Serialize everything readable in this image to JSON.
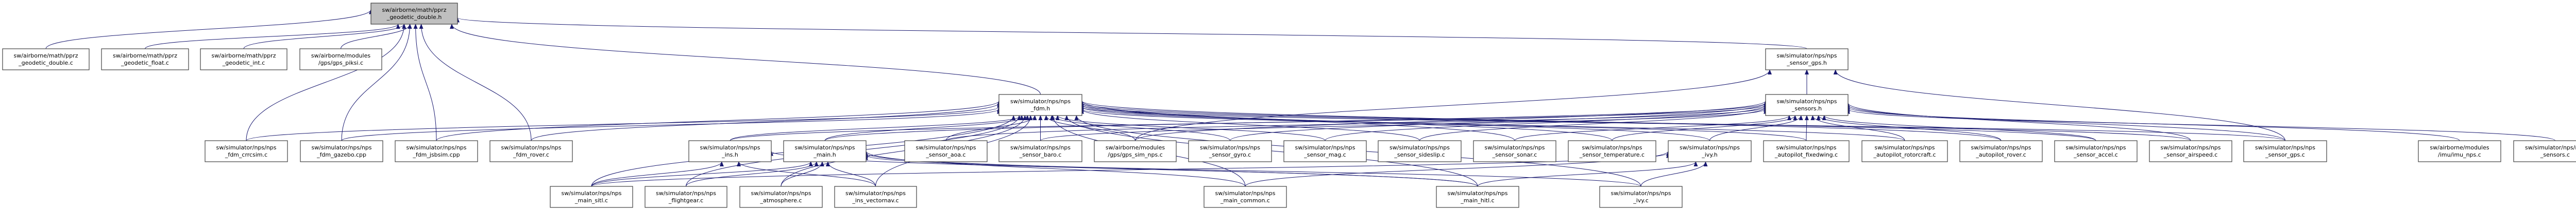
{
  "graph": {
    "root": "root",
    "edge_color": "#191970",
    "root_fill": "#bfbfbf",
    "nodes": [
      {
        "id": "root",
        "label": [
          "sw/airborne/math/pprz",
          "_geodetic_double.h"
        ]
      },
      {
        "id": "geo_double_c",
        "label": [
          "sw/airborne/math/pprz",
          "_geodetic_double.c"
        ]
      },
      {
        "id": "geo_float_c",
        "label": [
          "sw/airborne/math/pprz",
          "_geodetic_float.c"
        ]
      },
      {
        "id": "geo_int_c",
        "label": [
          "sw/airborne/math/pprz",
          "_geodetic_int.c"
        ]
      },
      {
        "id": "gps_piksi",
        "label": [
          "sw/airborne/modules",
          "/gps/gps_piksi.c"
        ]
      },
      {
        "id": "sensor_gps_h",
        "label": [
          "sw/simulator/nps/nps",
          "_sensor_gps.h"
        ]
      },
      {
        "id": "fdm_h",
        "label": [
          "sw/simulator/nps/nps",
          "_fdm.h"
        ]
      },
      {
        "id": "sensors_h",
        "label": [
          "sw/simulator/nps/nps",
          "_sensors.h"
        ]
      },
      {
        "id": "fdm_crrcsim",
        "label": [
          "sw/simulator/nps/nps",
          "_fdm_crrcsim.c"
        ]
      },
      {
        "id": "fdm_gazebo",
        "label": [
          "sw/simulator/nps/nps",
          "_fdm_gazebo.cpp"
        ]
      },
      {
        "id": "fdm_jsbsim",
        "label": [
          "sw/simulator/nps/nps",
          "_fdm_jsbsim.cpp"
        ]
      },
      {
        "id": "fdm_rover",
        "label": [
          "sw/simulator/nps/nps",
          "_fdm_rover.c"
        ]
      },
      {
        "id": "ins_h",
        "label": [
          "sw/simulator/nps/nps",
          "_ins.h"
        ]
      },
      {
        "id": "main_h",
        "label": [
          "sw/simulator/nps/nps",
          "_main.h"
        ]
      },
      {
        "id": "sensor_aoa",
        "label": [
          "sw/simulator/nps/nps",
          "_sensor_aoa.c"
        ]
      },
      {
        "id": "sensor_baro",
        "label": [
          "sw/simulator/nps/nps",
          "_sensor_baro.c"
        ]
      },
      {
        "id": "gps_sim_nps",
        "label": [
          "sw/airborne/modules",
          "/gps/gps_sim_nps.c"
        ]
      },
      {
        "id": "sensor_gyro",
        "label": [
          "sw/simulator/nps/nps",
          "_sensor_gyro.c"
        ]
      },
      {
        "id": "sensor_mag",
        "label": [
          "sw/simulator/nps/nps",
          "_sensor_mag.c"
        ]
      },
      {
        "id": "sensor_sideslip",
        "label": [
          "sw/simulator/nps/nps",
          "_sensor_sideslip.c"
        ]
      },
      {
        "id": "sensor_sonar",
        "label": [
          "sw/simulator/nps/nps",
          "_sensor_sonar.c"
        ]
      },
      {
        "id": "sensor_temperature",
        "label": [
          "sw/simulator/nps/nps",
          "_sensor_temperature.c"
        ]
      },
      {
        "id": "ivy_h",
        "label": [
          "sw/simulator/nps/nps",
          "_ivy.h"
        ]
      },
      {
        "id": "autopilot_fixedwing",
        "label": [
          "sw/simulator/nps/nps",
          "_autopilot_fixedwing.c"
        ]
      },
      {
        "id": "autopilot_rotorcraft",
        "label": [
          "sw/simulator/nps/nps",
          "_autopilot_rotorcraft.c"
        ]
      },
      {
        "id": "autopilot_rover",
        "label": [
          "sw/simulator/nps/nps",
          "_autopilot_rover.c"
        ]
      },
      {
        "id": "sensor_accel",
        "label": [
          "sw/simulator/nps/nps",
          "_sensor_accel.c"
        ]
      },
      {
        "id": "sensor_airspeed",
        "label": [
          "sw/simulator/nps/nps",
          "_sensor_airspeed.c"
        ]
      },
      {
        "id": "sensor_gps_c",
        "label": [
          "sw/simulator/nps/nps",
          "_sensor_gps.c"
        ]
      },
      {
        "id": "imu_nps",
        "label": [
          "sw/airborne/modules",
          "/imu/imu_nps.c"
        ]
      },
      {
        "id": "sensors_c",
        "label": [
          "sw/simulator/nps/nps",
          "_sensors.c"
        ]
      },
      {
        "id": "main_sitl",
        "label": [
          "sw/simulator/nps/nps",
          "_main_sitl.c"
        ]
      },
      {
        "id": "flightgear",
        "label": [
          "sw/simulator/nps/nps",
          "_flightgear.c"
        ]
      },
      {
        "id": "atmosphere",
        "label": [
          "sw/simulator/nps/nps",
          "_atmosphere.c"
        ]
      },
      {
        "id": "ins_vectornav",
        "label": [
          "sw/simulator/nps/nps",
          "_ins_vectornav.c"
        ]
      },
      {
        "id": "main_common",
        "label": [
          "sw/simulator/nps/nps",
          "_main_common.c"
        ]
      },
      {
        "id": "main_hitl",
        "label": [
          "sw/simulator/nps/nps",
          "_main_hitl.c"
        ]
      },
      {
        "id": "ivy_c",
        "label": [
          "sw/simulator/nps/nps",
          "_ivy.c"
        ]
      }
    ],
    "edges": [
      [
        "geo_double_c",
        "root"
      ],
      [
        "geo_float_c",
        "root"
      ],
      [
        "geo_int_c",
        "root"
      ],
      [
        "gps_piksi",
        "root"
      ],
      [
        "fdm_crrcsim",
        "root"
      ],
      [
        "fdm_gazebo",
        "root"
      ],
      [
        "fdm_jsbsim",
        "root"
      ],
      [
        "fdm_rover",
        "root"
      ],
      [
        "fdm_h",
        "root"
      ],
      [
        "sensor_gps_h",
        "root"
      ],
      [
        "sensors_h",
        "sensor_gps_h"
      ],
      [
        "sensor_gps_c",
        "sensor_gps_h"
      ],
      [
        "gps_sim_nps",
        "sensor_gps_h"
      ],
      [
        "fdm_crrcsim",
        "fdm_h"
      ],
      [
        "fdm_gazebo",
        "fdm_h"
      ],
      [
        "fdm_jsbsim",
        "fdm_h"
      ],
      [
        "fdm_rover",
        "fdm_h"
      ],
      [
        "ins_h",
        "fdm_h"
      ],
      [
        "main_h",
        "fdm_h"
      ],
      [
        "sensor_aoa",
        "fdm_h"
      ],
      [
        "sensor_baro",
        "fdm_h"
      ],
      [
        "gps_sim_nps",
        "fdm_h"
      ],
      [
        "sensor_gyro",
        "fdm_h"
      ],
      [
        "sensor_mag",
        "fdm_h"
      ],
      [
        "sensor_sideslip",
        "fdm_h"
      ],
      [
        "sensor_sonar",
        "fdm_h"
      ],
      [
        "sensor_temperature",
        "fdm_h"
      ],
      [
        "ivy_h",
        "fdm_h"
      ],
      [
        "autopilot_fixedwing",
        "fdm_h"
      ],
      [
        "autopilot_rotorcraft",
        "fdm_h"
      ],
      [
        "autopilot_rover",
        "fdm_h"
      ],
      [
        "sensor_accel",
        "fdm_h"
      ],
      [
        "sensor_airspeed",
        "fdm_h"
      ],
      [
        "sensor_gps_c",
        "fdm_h"
      ],
      [
        "main_sitl",
        "fdm_h"
      ],
      [
        "flightgear",
        "fdm_h"
      ],
      [
        "atmosphere",
        "fdm_h"
      ],
      [
        "ins_vectornav",
        "fdm_h"
      ],
      [
        "main_common",
        "fdm_h"
      ],
      [
        "main_hitl",
        "fdm_h"
      ],
      [
        "ivy_c",
        "fdm_h"
      ],
      [
        "main_h",
        "sensors_h"
      ],
      [
        "ins_h",
        "sensors_h"
      ],
      [
        "sensor_aoa",
        "sensors_h"
      ],
      [
        "sensor_baro",
        "sensors_h"
      ],
      [
        "gps_sim_nps",
        "sensors_h"
      ],
      [
        "sensor_gyro",
        "sensors_h"
      ],
      [
        "sensor_mag",
        "sensors_h"
      ],
      [
        "sensor_sideslip",
        "sensors_h"
      ],
      [
        "sensor_sonar",
        "sensors_h"
      ],
      [
        "sensor_temperature",
        "sensors_h"
      ],
      [
        "ivy_h",
        "sensors_h"
      ],
      [
        "autopilot_fixedwing",
        "sensors_h"
      ],
      [
        "autopilot_rotorcraft",
        "sensors_h"
      ],
      [
        "autopilot_rover",
        "sensors_h"
      ],
      [
        "sensor_accel",
        "sensors_h"
      ],
      [
        "sensor_airspeed",
        "sensors_h"
      ],
      [
        "sensor_gps_c",
        "sensors_h"
      ],
      [
        "imu_nps",
        "sensors_h"
      ],
      [
        "sensors_c",
        "sensors_h"
      ],
      [
        "main_sitl",
        "ins_h"
      ],
      [
        "ins_vectornav",
        "ins_h"
      ],
      [
        "main_hitl",
        "ins_h"
      ],
      [
        "main_sitl",
        "main_h"
      ],
      [
        "flightgear",
        "main_h"
      ],
      [
        "atmosphere",
        "main_h"
      ],
      [
        "ins_vectornav",
        "main_h"
      ],
      [
        "main_common",
        "main_h"
      ],
      [
        "main_hitl",
        "main_h"
      ],
      [
        "ivy_c",
        "main_h"
      ],
      [
        "main_hitl",
        "ivy_h"
      ],
      [
        "ivy_c",
        "ivy_h"
      ],
      [
        "main_common",
        "ivy_h"
      ],
      [
        "main_sitl",
        "ivy_h"
      ]
    ]
  }
}
